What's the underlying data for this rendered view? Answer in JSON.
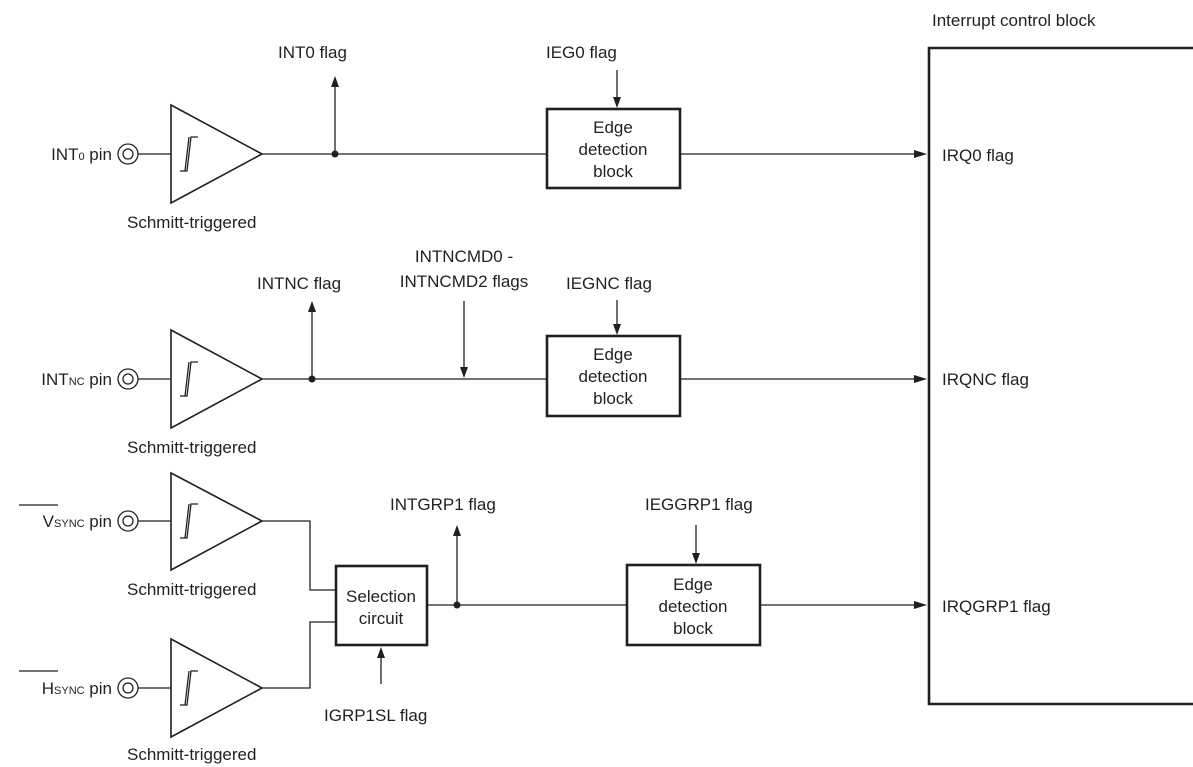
{
  "interrupt_control_block": {
    "title": "Interrupt control block",
    "irq0": "IRQ0 flag",
    "irqnc": "IRQNC flag",
    "irqgrp1": "IRQGRP1 flag"
  },
  "channel_int0": {
    "pin_main": "INT",
    "pin_sub": "0",
    "pin_suffix": " pin",
    "schmitt": "Schmitt-triggered",
    "int_flag": "INT0 flag",
    "ieg_flag": "IEG0 flag",
    "edge_block": [
      "Edge",
      "detection",
      "block"
    ]
  },
  "channel_intnc": {
    "pin_main": "INT",
    "pin_sub": "NC",
    "pin_suffix": " pin",
    "schmitt": "Schmitt-triggered",
    "int_flag": "INTNC flag",
    "cmd_flags": [
      "INTNCMD0 -",
      "INTNCMD2 flags"
    ],
    "ieg_flag": "IEGNC flag",
    "edge_block": [
      "Edge",
      "detection",
      "block"
    ]
  },
  "channel_grp1": {
    "vsync_main": "V",
    "vsync_sub": "SYNC",
    "hsync_main": "H",
    "hsync_sub": "SYNC",
    "pin_suffix": " pin",
    "schmitt_v": "Schmitt-triggered",
    "schmitt_h": "Schmitt-triggered",
    "selection": [
      "Selection",
      "circuit"
    ],
    "sel_flag": "IGRP1SL flag",
    "int_flag": "INTGRP1 flag",
    "ieg_flag": "IEGGRP1 flag",
    "edge_block": [
      "Edge",
      "detection",
      "block"
    ]
  }
}
